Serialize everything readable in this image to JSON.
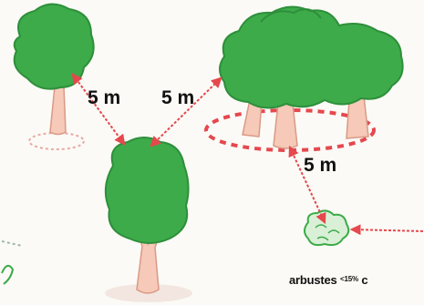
{
  "colors": {
    "foliage": "#3dab4a",
    "foliage_dark": "#2e8f3b",
    "trunk": "#f6c9b8",
    "trunk_line": "#d99a86",
    "arrow": "#e5484d",
    "ground": "#e8a9a3",
    "text": "#111111",
    "background": "#fbfaf6"
  },
  "diagram": {
    "distance_labels": [
      {
        "id": "tree-left-to-center",
        "text": "5 m"
      },
      {
        "id": "center-to-grove",
        "text": "5 m"
      },
      {
        "id": "grove-to-shrub",
        "text": "5 m"
      }
    ],
    "caption": {
      "main": "arbustes ",
      "superscript": "<15%",
      "tail": " c"
    },
    "icons": [
      "tree-icon",
      "grove-icon",
      "shrub-icon",
      "double-arrow-icon"
    ]
  }
}
